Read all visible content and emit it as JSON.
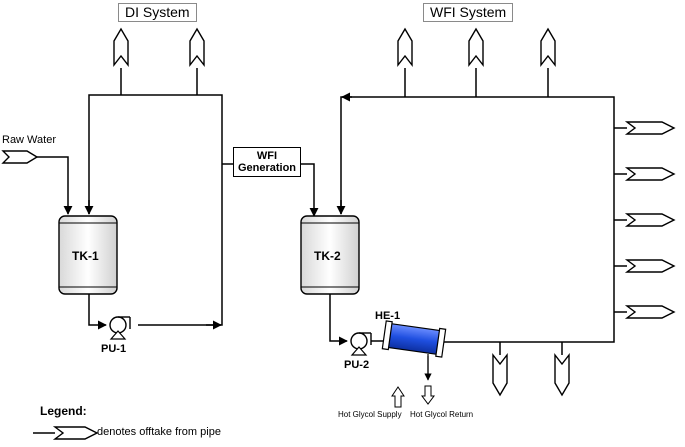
{
  "systems": {
    "di_title": "DI System",
    "wfi_title": "WFI System"
  },
  "inlet": {
    "raw_water": "Raw Water"
  },
  "equipment": {
    "tk1": "TK-1",
    "tk2": "TK-2",
    "pu1": "PU-1",
    "pu2": "PU-2",
    "he1": "HE-1",
    "wfi_generation_line1": "WFI",
    "wfi_generation_line2": "Generation"
  },
  "glycol": {
    "supply": "Hot Glycol Supply",
    "return": "Hot Glycol Return"
  },
  "legend": {
    "title": "Legend:",
    "offtake_text": "denotes offtake from pipe"
  },
  "colors": {
    "heat_exchanger": "#1f4fe0",
    "line": "#000000"
  }
}
